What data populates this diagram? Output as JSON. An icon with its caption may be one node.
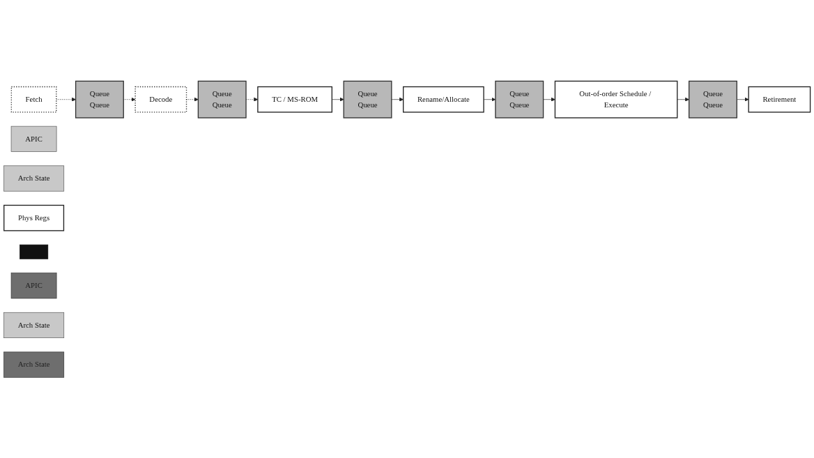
{
  "diagram": {
    "nodes": [
      {
        "text": [
          "Fetch"
        ]
      },
      {
        "text": [
          "Queue",
          "Queue"
        ]
      },
      {
        "text": [
          "Decode"
        ]
      },
      {
        "text": [
          "Queue",
          "Queue"
        ]
      },
      {
        "text": [
          "TC / MS-ROM"
        ]
      },
      {
        "text": [
          "Queue",
          "Queue"
        ]
      },
      {
        "text": [
          "Rename/Allocate"
        ]
      },
      {
        "text": [
          "Queue",
          "Queue"
        ]
      },
      {
        "text": [
          "Out-of-order Schedule / Execute"
        ]
      },
      {
        "text": [
          "Queue",
          "Queue"
        ]
      },
      {
        "text": [
          "Retirement"
        ]
      },
      {
        "text": [
          "APIC"
        ]
      },
      {
        "text": [
          "Arch State"
        ]
      },
      {
        "text": [
          "Phys Regs"
        ]
      },
      {
        "text": [],
        "shape": "box"
      },
      {
        "text": [
          "APIC"
        ]
      },
      {
        "text": [
          "Arch State"
        ]
      },
      {
        "text": [
          "Arch State"
        ]
      }
    ],
    "edges": [
      {
        "from": 0,
        "to": 1,
        "arrow": "to",
        "style": "dashed"
      },
      {
        "from": 1,
        "to": 2,
        "arrow": "to",
        "style": "dashed"
      },
      {
        "from": 2,
        "to": 3,
        "arrow": "to",
        "style": "dashed"
      },
      {
        "from": 3,
        "to": 4,
        "arrow": "to",
        "style": "dashed"
      },
      {
        "from": 4,
        "to": 5,
        "arrow": "to"
      },
      {
        "from": 5,
        "to": 6,
        "arrow": "to"
      },
      {
        "from": 6,
        "to": 7,
        "arrow": "to"
      },
      {
        "from": 7,
        "to": 8,
        "arrow": "to"
      },
      {
        "from": 8,
        "to": 9,
        "arrow": "to"
      },
      {
        "from": 9,
        "to": 10,
        "arrow": "to"
      }
    ]
  }
}
